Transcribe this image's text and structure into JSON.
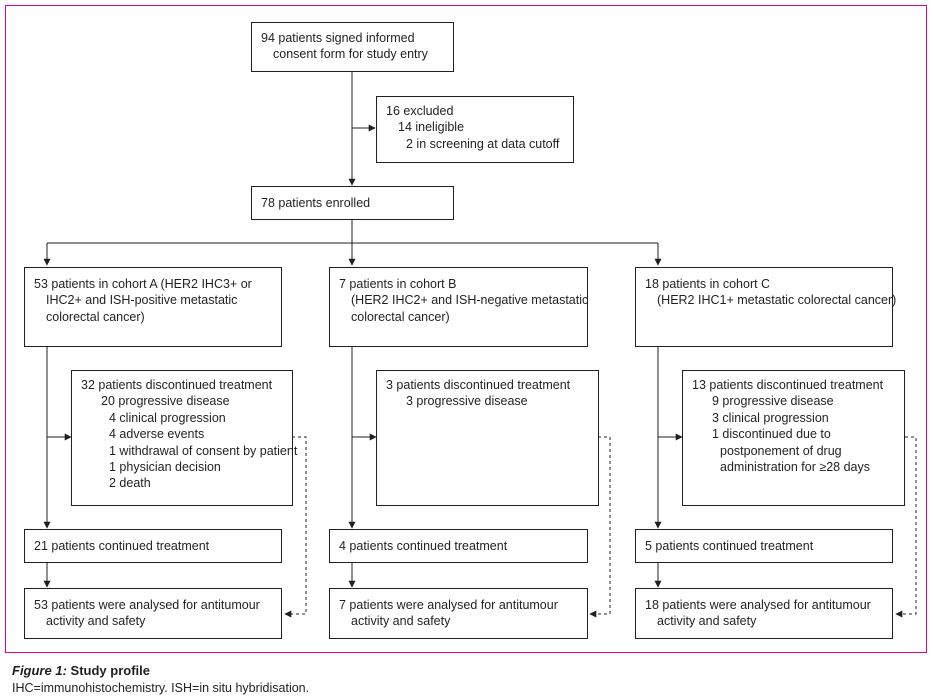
{
  "top": {
    "consent": [
      "94 patients signed informed",
      "consent form for study entry"
    ],
    "excluded": [
      "16 excluded",
      "14 ineligible",
      "2 in screening at data cutoff"
    ],
    "enrolled": "78 patients enrolled"
  },
  "cohorts": [
    {
      "header": [
        "53 patients in cohort A (HER2 IHC3+ or",
        "IHC2+ and ISH-positive metastatic",
        "colorectal cancer)"
      ],
      "discontinued": [
        "32 patients discontinued treatment",
        "20 progressive disease",
        "4 clinical progression",
        "4 adverse events",
        "1 withdrawal of consent by patient",
        "1 physician decision",
        "2 death"
      ],
      "continued": "21 patients continued treatment",
      "analysed": [
        "53 patients were analysed for antitumour",
        "activity and safety"
      ]
    },
    {
      "header": [
        "7 patients in cohort B",
        "(HER2 IHC2+ and ISH-negative metastatic",
        "colorectal cancer)"
      ],
      "discontinued": [
        "3 patients discontinued treatment",
        "3 progressive disease"
      ],
      "continued": "4 patients continued treatment",
      "analysed": [
        "7 patients were analysed for antitumour",
        "activity and safety"
      ]
    },
    {
      "header": [
        "18 patients in cohort C",
        "(HER2 IHC1+ metastatic colorectal cancer)"
      ],
      "discontinued": [
        "13 patients discontinued treatment",
        "9 progressive disease",
        "3 clinical progression",
        "1 discontinued due to",
        "postponement of drug",
        "administration for ≥28 days"
      ],
      "continued": "5 patients continued treatment",
      "analysed": [
        "18 patients were analysed for antitumour",
        "activity and safety"
      ]
    }
  ],
  "caption": {
    "figure_label": "Figure 1:",
    "title": "Study profile",
    "note": "IHC=immunohistochemistry. ISH=in situ hybridisation."
  },
  "colors": {
    "frame": "#e4007f",
    "ink": "#231f20"
  }
}
